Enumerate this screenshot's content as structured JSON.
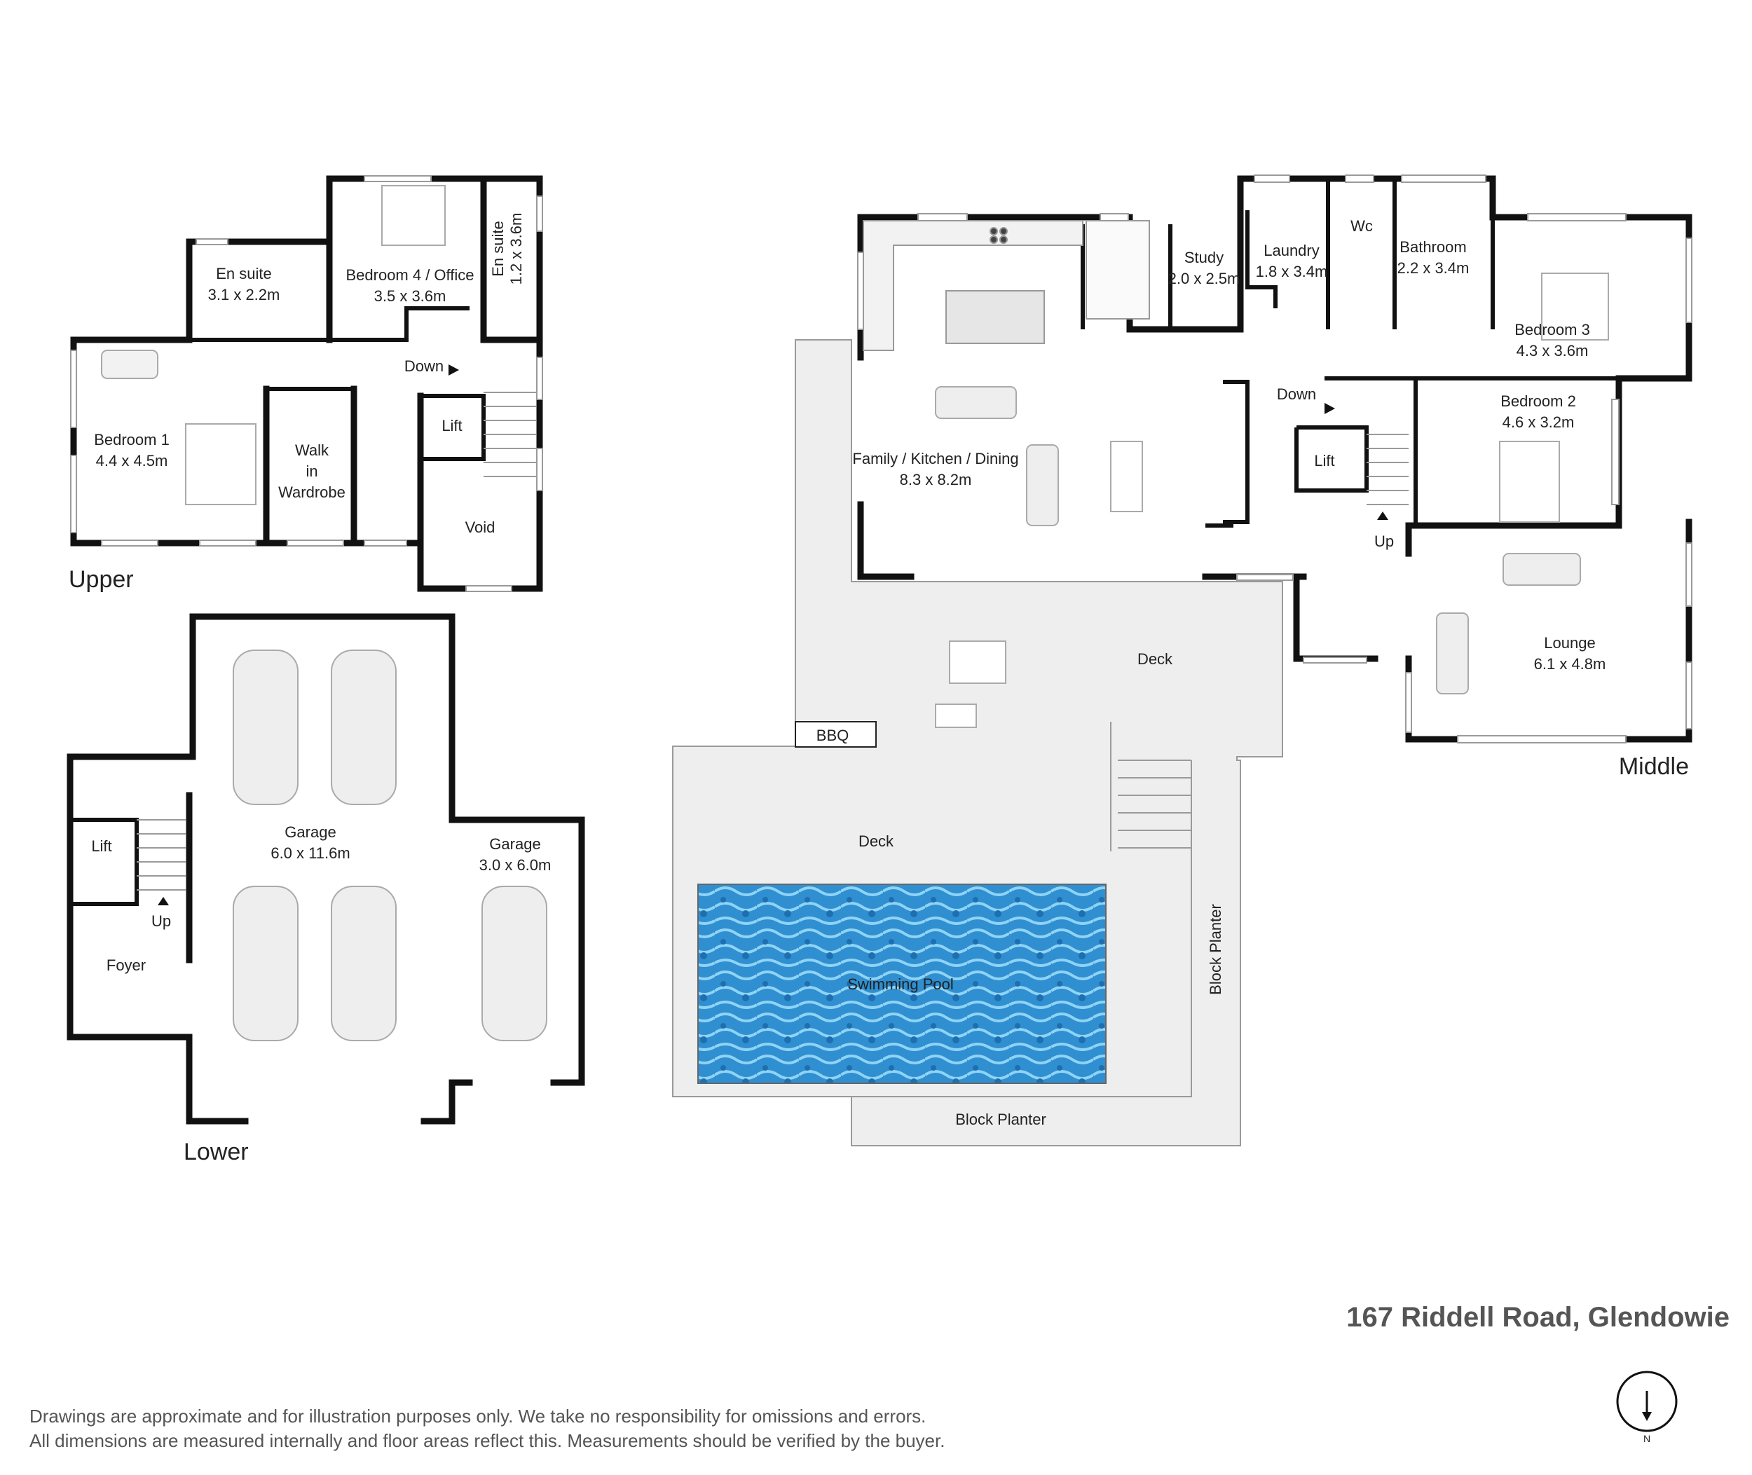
{
  "levels": {
    "upper": "Upper",
    "middle": "Middle",
    "lower": "Lower"
  },
  "rooms": {
    "upper": {
      "ensuite1": {
        "name": "En suite",
        "dim": "3.1 x 2.2m"
      },
      "bedroom4": {
        "name": "Bedroom 4 / Office",
        "dim": "3.5 x 3.6m"
      },
      "ensuite2": {
        "name": "En suite",
        "dim": "1.2 x 3.6m"
      },
      "bedroom1": {
        "name": "Bedroom 1",
        "dim": "4.4 x 4.5m"
      },
      "walkin": {
        "l1": "Walk",
        "l2": "in",
        "l3": "Wardrobe"
      },
      "lift": "Lift",
      "void": "Void",
      "down": "Down"
    },
    "middle": {
      "study": {
        "name": "Study",
        "dim": "2.0 x 2.5m"
      },
      "laundry": {
        "name": "Laundry",
        "dim": "1.8 x 3.4m"
      },
      "wc": "Wc",
      "bathroom": {
        "name": "Bathroom",
        "dim": "2.2 x 3.4m"
      },
      "bedroom3": {
        "name": "Bedroom 3",
        "dim": "4.3 x 3.6m"
      },
      "bedroom2": {
        "name": "Bedroom 2",
        "dim": "4.6 x 3.2m"
      },
      "family": {
        "name": "Family / Kitchen / Dining",
        "dim": "8.3 x 8.2m"
      },
      "lift": "Lift",
      "down": "Down",
      "up": "Up",
      "lounge": {
        "name": "Lounge",
        "dim": "6.1 x 4.8m"
      },
      "deck1": "Deck",
      "deck2": "Deck",
      "bbq": "BBQ",
      "pool": "Swimming Pool",
      "planter_v": "Block Planter",
      "planter_h": "Block Planter"
    },
    "lower": {
      "garage1": {
        "name": "Garage",
        "dim": "6.0 x 11.6m"
      },
      "garage2": {
        "name": "Garage",
        "dim": "3.0 x 6.0m"
      },
      "lift": "Lift",
      "up": "Up",
      "foyer": "Foyer"
    }
  },
  "address": "167 Riddell Road, Glendowie",
  "disclaimer": {
    "line1": "Drawings are approximate and for illustration purposes only. We take no responsibility for omissions and errors.",
    "line2": "All dimensions are measured internally and floor areas reflect this. Measurements should be verified by the buyer."
  },
  "compass": {
    "label": "N"
  },
  "colors": {
    "wall": "#111111",
    "deck": "#eeeeee",
    "pool": "#2f8fd0",
    "floor": "#ffffff"
  }
}
